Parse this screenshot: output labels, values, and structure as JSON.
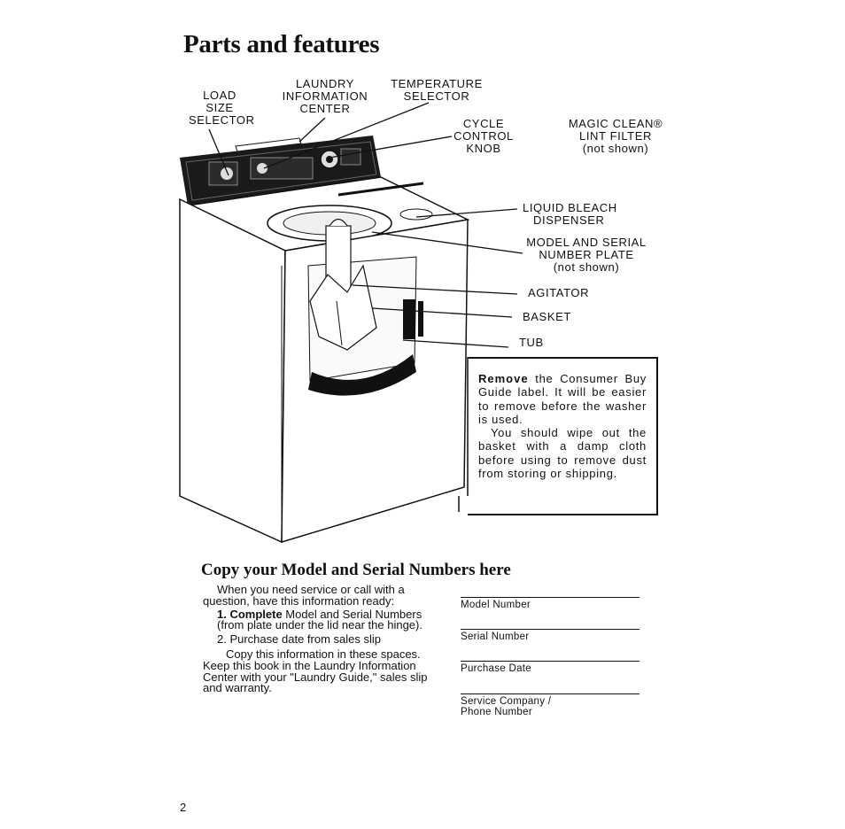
{
  "page": {
    "title": "Parts and features",
    "page_number": "2"
  },
  "labels": {
    "load_size": [
      "LOAD",
      "SIZE",
      "SELECTOR"
    ],
    "laundry_info": [
      "LAUNDRY",
      "INFORMATION",
      "CENTER"
    ],
    "temperature": [
      "TEMPERATURE",
      "SELECTOR"
    ],
    "cycle_control": [
      "CYCLE",
      "CONTROL",
      "KNOB"
    ],
    "lint_filter": [
      "MAGIC CLEAN®",
      "LINT FILTER",
      "(not shown)"
    ],
    "bleach": [
      "LIQUID BLEACH",
      "DISPENSER"
    ],
    "model_plate": [
      "MODEL AND SERIAL",
      "NUMBER PLATE",
      "(not shown)"
    ],
    "agitator": "AGITATOR",
    "basket": "BASKET",
    "tub": "TUB"
  },
  "callout": {
    "bold_lead": "Remove",
    "para1_rest": " the Consumer Buy Guide label. It will be easier to remove before the washer is used.",
    "para2": "You should wipe out the basket with a damp cloth before using to remove dust from storing or shipping."
  },
  "copy_section": {
    "heading": "Copy your Model and Serial Numbers here",
    "intro": "When you need service or call with a question, have this information ready:",
    "step1_bold": "1. Complete",
    "step1_rest": " Model and Serial Numbers (from plate under the lid near the hinge).",
    "step2": "2. Purchase date from sales slip",
    "closing": "Copy this information in these spaces. Keep this book in the Laundry Information Center with your \"Laundry Guide,\" sales slip and warranty.",
    "fields": [
      "Model Number",
      "Serial Number",
      "Purchase Date",
      "Service Company /",
      "Phone Number"
    ]
  }
}
